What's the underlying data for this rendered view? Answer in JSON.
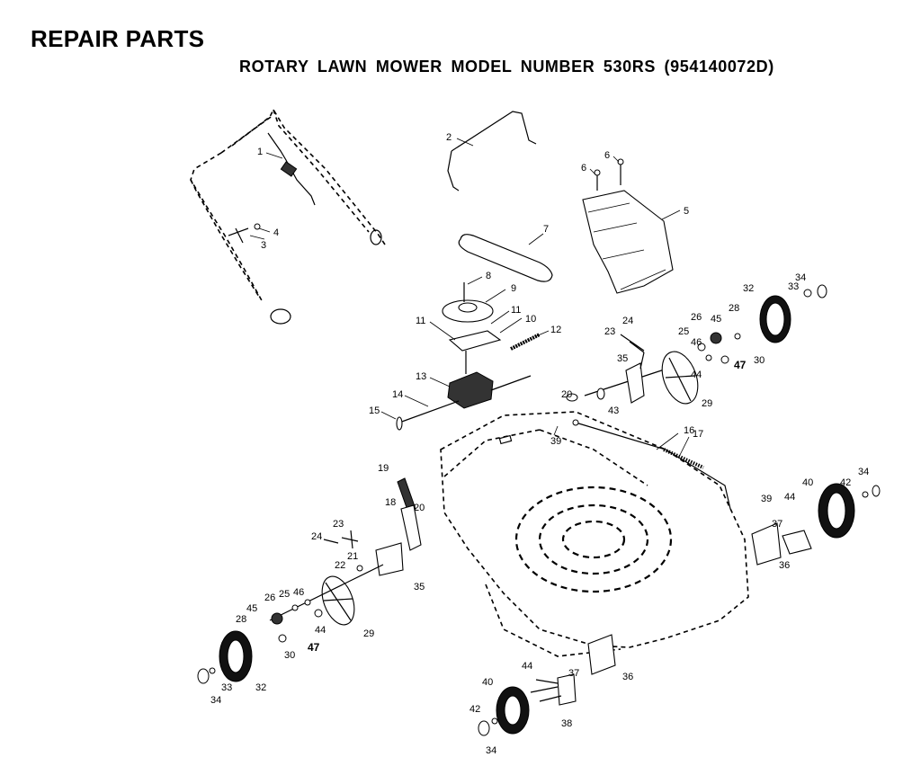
{
  "header": {
    "title": "REPAIR PARTS",
    "subtitle": "ROTARY LAWN MOWER MODEL NUMBER 530RS   (954140072D)"
  },
  "callouts": [
    {
      "id": "c1",
      "text": "1"
    },
    {
      "id": "c2",
      "text": "2"
    },
    {
      "id": "c3",
      "text": "3"
    },
    {
      "id": "c4",
      "text": "4"
    },
    {
      "id": "c5",
      "text": "5"
    },
    {
      "id": "c6a",
      "text": "6"
    },
    {
      "id": "c6b",
      "text": "6"
    },
    {
      "id": "c7",
      "text": "7"
    },
    {
      "id": "c8",
      "text": "8"
    },
    {
      "id": "c9",
      "text": "9"
    },
    {
      "id": "c10",
      "text": "10"
    },
    {
      "id": "c11a",
      "text": "11"
    },
    {
      "id": "c11b",
      "text": "11"
    },
    {
      "id": "c12",
      "text": "12"
    },
    {
      "id": "c13",
      "text": "13"
    },
    {
      "id": "c14",
      "text": "14"
    },
    {
      "id": "c15",
      "text": "15"
    },
    {
      "id": "c16",
      "text": "16"
    },
    {
      "id": "c17",
      "text": "17"
    },
    {
      "id": "c18",
      "text": "18"
    },
    {
      "id": "c19",
      "text": "19"
    },
    {
      "id": "c20a",
      "text": "20"
    },
    {
      "id": "c20b",
      "text": "20"
    },
    {
      "id": "c21",
      "text": "21"
    },
    {
      "id": "c22",
      "text": "22"
    },
    {
      "id": "c23a",
      "text": "23"
    },
    {
      "id": "c23b",
      "text": "23"
    },
    {
      "id": "c24a",
      "text": "24"
    },
    {
      "id": "c24b",
      "text": "24"
    },
    {
      "id": "c25a",
      "text": "25"
    },
    {
      "id": "c25b",
      "text": "25"
    },
    {
      "id": "c26a",
      "text": "26"
    },
    {
      "id": "c26b",
      "text": "26"
    },
    {
      "id": "c28a",
      "text": "28"
    },
    {
      "id": "c28b",
      "text": "28"
    },
    {
      "id": "c29a",
      "text": "29"
    },
    {
      "id": "c29b",
      "text": "29"
    },
    {
      "id": "c30a",
      "text": "30"
    },
    {
      "id": "c30b",
      "text": "30"
    },
    {
      "id": "c32a",
      "text": "32"
    },
    {
      "id": "c32b",
      "text": "32"
    },
    {
      "id": "c33a",
      "text": "33"
    },
    {
      "id": "c33b",
      "text": "33"
    },
    {
      "id": "c34a",
      "text": "34"
    },
    {
      "id": "c34b",
      "text": "34"
    },
    {
      "id": "c34c",
      "text": "34"
    },
    {
      "id": "c34d",
      "text": "34"
    },
    {
      "id": "c35a",
      "text": "35"
    },
    {
      "id": "c35b",
      "text": "35"
    },
    {
      "id": "c36a",
      "text": "36"
    },
    {
      "id": "c36b",
      "text": "36"
    },
    {
      "id": "c37a",
      "text": "37"
    },
    {
      "id": "c37b",
      "text": "37"
    },
    {
      "id": "c38",
      "text": "38"
    },
    {
      "id": "c39a",
      "text": "39"
    },
    {
      "id": "c39b",
      "text": "39"
    },
    {
      "id": "c40a",
      "text": "40"
    },
    {
      "id": "c40b",
      "text": "40"
    },
    {
      "id": "c42a",
      "text": "42"
    },
    {
      "id": "c42b",
      "text": "42"
    },
    {
      "id": "c43",
      "text": "43"
    },
    {
      "id": "c44a",
      "text": "44"
    },
    {
      "id": "c44b",
      "text": "44"
    },
    {
      "id": "c44c",
      "text": "44"
    },
    {
      "id": "c44d",
      "text": "44"
    },
    {
      "id": "c45a",
      "text": "45"
    },
    {
      "id": "c45b",
      "text": "45"
    },
    {
      "id": "c46a",
      "text": "46"
    },
    {
      "id": "c46b",
      "text": "46"
    },
    {
      "id": "c47a",
      "text": "47"
    },
    {
      "id": "c47b",
      "text": "47"
    }
  ]
}
